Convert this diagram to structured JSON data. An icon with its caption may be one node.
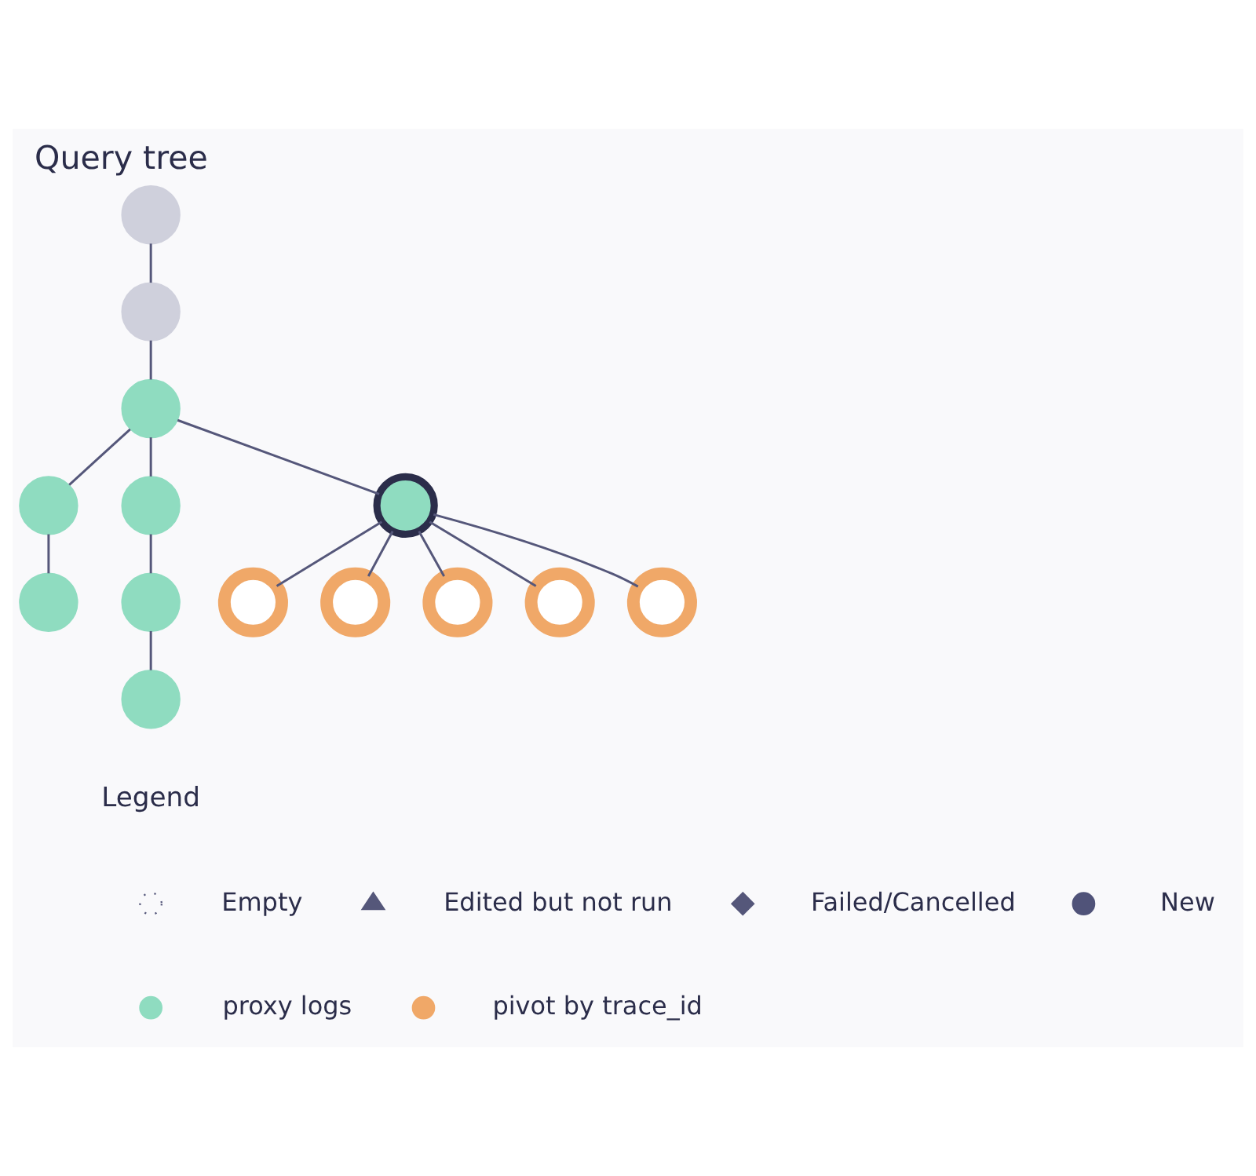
{
  "diagram": {
    "title": "Query tree",
    "nodes": [
      {
        "text": [],
        "shape": "circle"
      },
      {
        "text": [],
        "shape": "circle"
      },
      {
        "text": [],
        "shape": "circle"
      },
      {
        "text": [],
        "shape": "circle"
      },
      {
        "text": [],
        "shape": "circle"
      },
      {
        "text": [],
        "shape": "circle"
      },
      {
        "text": [],
        "shape": "circle"
      },
      {
        "text": [],
        "shape": "circle"
      },
      {
        "text": [],
        "shape": "circle"
      },
      {
        "text": [],
        "shape": "circle"
      },
      {
        "text": [],
        "shape": "circle"
      },
      {
        "text": [],
        "shape": "circle"
      },
      {
        "text": [],
        "shape": "circle"
      },
      {
        "text": [],
        "shape": "circle"
      }
    ],
    "edges": [
      {
        "from": 0,
        "to": 1,
        "arrow": "none"
      },
      {
        "from": 1,
        "to": 2,
        "arrow": "none"
      },
      {
        "from": 2,
        "to": 3,
        "arrow": "none"
      },
      {
        "from": 2,
        "to": 4,
        "arrow": "none"
      },
      {
        "from": 2,
        "to": 5,
        "arrow": "none"
      },
      {
        "from": 3,
        "to": 6,
        "arrow": "none"
      },
      {
        "from": 4,
        "to": 7,
        "arrow": "none"
      },
      {
        "from": 5,
        "to": 8,
        "arrow": "none"
      },
      {
        "from": 5,
        "to": 9,
        "arrow": "none"
      },
      {
        "from": 5,
        "to": 10,
        "arrow": "none"
      },
      {
        "from": 5,
        "to": 11,
        "arrow": "none"
      },
      {
        "from": 5,
        "to": 12,
        "arrow": "none"
      },
      {
        "from": 7,
        "to": 13,
        "arrow": "none"
      }
    ],
    "labels": [
      "Legend"
    ],
    "legend": [
      {
        "text": "Empty"
      },
      {
        "text": "Edited but not run"
      },
      {
        "text": "Failed/Cancelled"
      },
      {
        "text": "New",
        "color": "#505379"
      },
      {
        "text": "proxy logs",
        "color": "#8fdcc0"
      },
      {
        "text": "pivot by trace_id",
        "color": "#f0a868"
      }
    ]
  }
}
